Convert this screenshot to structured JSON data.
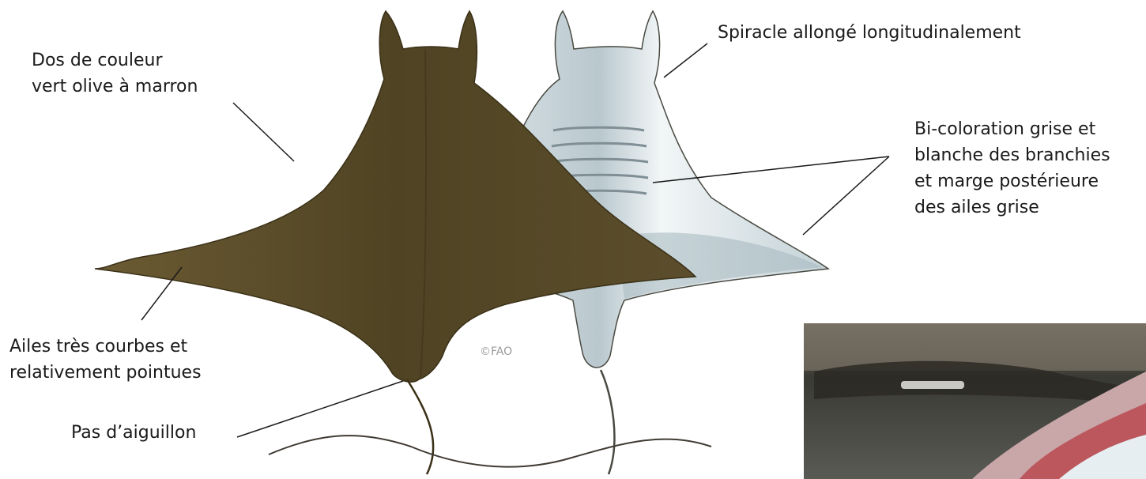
{
  "labels": {
    "dorsal": [
      "Dos de couleur",
      "vert olive à marron"
    ],
    "wings": [
      "Ailes très courbes et",
      "relativement pointues"
    ],
    "spine": "Pas d’aiguillon",
    "spiracle": "Spiracle allongé longitudinalement",
    "ventral": [
      "Bi-coloration grise et",
      "blanche des branchies",
      "et marge postérieure",
      "des ailes grise"
    ]
  },
  "copyright": "©FAO",
  "colors": {
    "dorsal_body": "#5c4e2c",
    "dorsal_shadow": "#40351c",
    "ventral_body": "#dbe6ea",
    "ventral_shade": "#9fb1b9",
    "ventral_outline": "#4a4a42",
    "text": "#1a1a1a"
  }
}
